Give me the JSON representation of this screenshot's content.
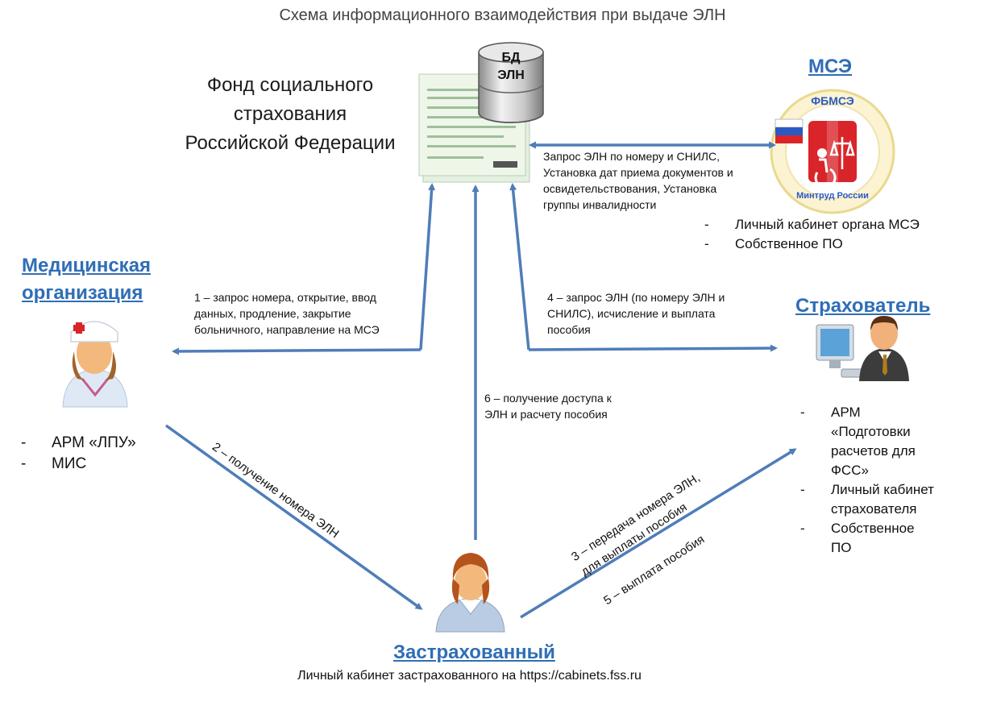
{
  "title": "Схема информационного взаимодействия при выдаче ЭЛН",
  "fss": {
    "lines": [
      "Фонд социального",
      "страхования",
      "Российской Федерации"
    ],
    "db_label_1": "БД",
    "db_label_2": "ЭЛН"
  },
  "mse": {
    "title": "МСЭ",
    "logo_text_top": "ФБМСЭ",
    "logo_text_bottom": "Минтруд России",
    "items": [
      "Личный кабинет органа МСЭ",
      "Собственное ПО"
    ],
    "flow_note": [
      "Запрос ЭЛН по номеру и СНИЛС,",
      "Установка дат приема документов и",
      "освидетельствования, Установка",
      "группы инвалидности"
    ]
  },
  "medical": {
    "title_lines": [
      "Медицинская",
      "организация"
    ],
    "items": [
      "АРМ «ЛПУ»",
      "МИС"
    ],
    "flow_note": [
      "1 – запрос номера, открытие,  ввод",
      "данных, продление, закрытие",
      "больничного, направление на МСЭ"
    ]
  },
  "insurer": {
    "title": "Страхователь",
    "items": [
      "АРМ «Подготовки расчетов для ФСС»",
      "Личный кабинет страхователя",
      "Собственное ПО"
    ],
    "flow_note": [
      "4 – запрос ЭЛН (по номеру ЭЛН и",
      "СНИЛС), исчисление и выплата",
      "пособия"
    ]
  },
  "insured": {
    "title": "Застрахованный",
    "note": "Личный кабинет застрахованного на https://cabinets.fss.ru",
    "flow_note": [
      "6 – получение доступа к",
      "ЭЛН и расчету пособия"
    ]
  },
  "flows": {
    "step2": "2 – получение номера ЭЛН",
    "step3_line1": "3 – передача номера ЭЛН,",
    "step3_line2": "для выплаты пособия",
    "step5": "5 – выплата пособия"
  },
  "colors": {
    "arrow": "#4f7db8",
    "title_blue": "#2f6eb5",
    "mse_red": "#d9252a"
  },
  "icons": [
    "database-icon",
    "eln-document-icon",
    "mse-logo-icon",
    "nurse-icon",
    "employer-computer-icon",
    "insured-woman-icon"
  ]
}
